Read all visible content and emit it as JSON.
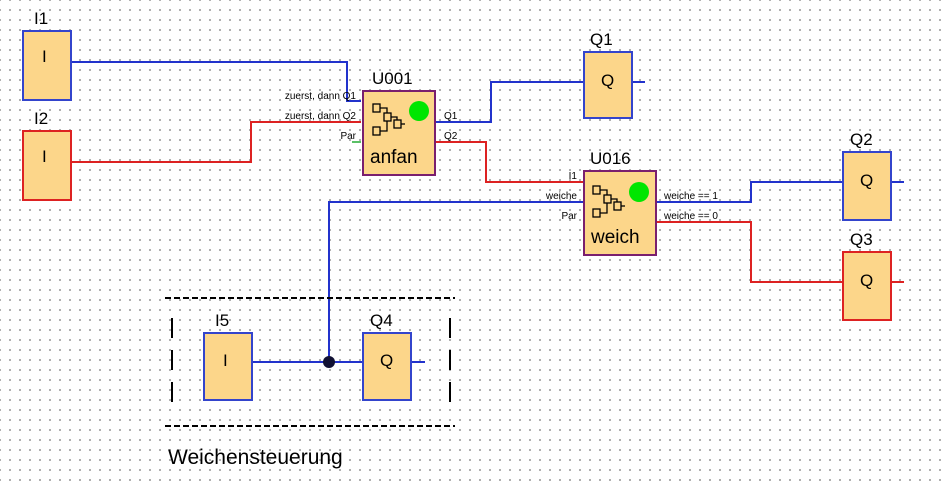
{
  "colors": {
    "block_fill": "#fcd68a",
    "input_border": "#3344cc",
    "wire_blue": "#2233cc",
    "wire_red": "#dd2222",
    "fb_border": "#7a1f6e",
    "status_led": "#00e600"
  },
  "blocks": {
    "i1": {
      "name": "I1",
      "glyph": "I"
    },
    "i2": {
      "name": "I2",
      "glyph": "I"
    },
    "q1": {
      "name": "Q1",
      "glyph": "Q"
    },
    "q2": {
      "name": "Q2",
      "glyph": "Q"
    },
    "q3": {
      "name": "Q3",
      "glyph": "Q"
    },
    "i5": {
      "name": "I5",
      "glyph": "I"
    },
    "q4": {
      "name": "Q4",
      "glyph": "Q"
    }
  },
  "function_blocks": {
    "u001": {
      "id": "U001",
      "label": "anfan",
      "inputs": [
        "zuerst, dann Q1",
        "zuerst, dann Q2",
        "Par"
      ],
      "outputs": [
        "Q1",
        "Q2"
      ]
    },
    "u016": {
      "id": "U016",
      "label": "weich",
      "inputs": [
        "I1",
        "weiche",
        "Par"
      ],
      "outputs": [
        "weiche == 1",
        "weiche == 0"
      ]
    }
  },
  "group": {
    "caption": "Weichensteuerung"
  }
}
